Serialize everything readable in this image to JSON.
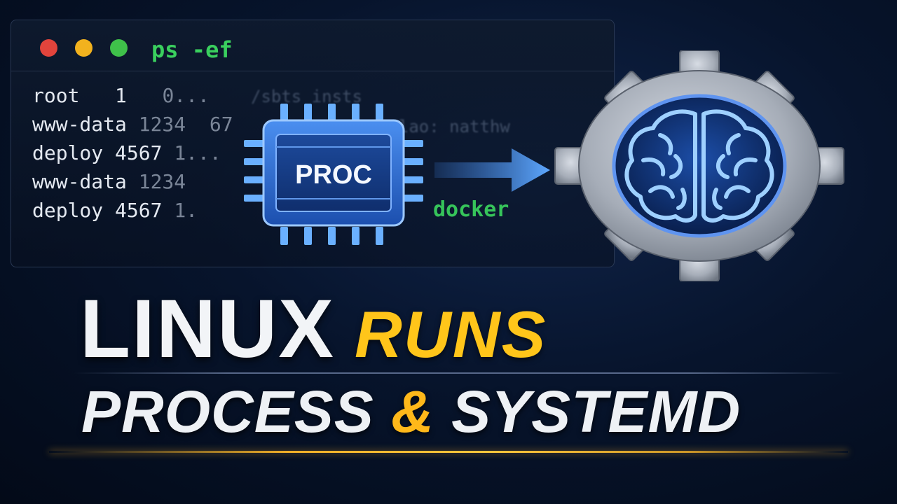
{
  "terminal": {
    "command": "ps -ef",
    "rows": [
      {
        "user": "root",
        "pid": "1",
        "rest": "0..."
      },
      {
        "user": "www-data",
        "pid": "1234",
        "rest": "67"
      },
      {
        "user": "deploy",
        "pid": "4567",
        "rest": "1..."
      },
      {
        "user": "www-data",
        "pid": "1234",
        "rest": ""
      },
      {
        "user": "deploy",
        "pid": "4567",
        "rest": "1."
      }
    ],
    "blurred_text_1": "/sbts insts",
    "blurred_text_2": "oglao: natthw",
    "docker_label": "docker"
  },
  "chip": {
    "label": "PROC",
    "icon": "cpu-chip-icon"
  },
  "gear": {
    "icon": "gear-brain-icon"
  },
  "arrow": {
    "icon": "arrow-right-icon"
  },
  "headline": {
    "word1": "LINUX",
    "word2": "RUNS",
    "line2_part1": "PROCESS ",
    "line2_amp": "&",
    "line2_part2": " SYSTEMD"
  },
  "colors": {
    "accent_yellow": "#ffc51a",
    "terminal_green": "#3ad05e",
    "chip_blue": "#2f6fd6",
    "background": "#07142c"
  }
}
